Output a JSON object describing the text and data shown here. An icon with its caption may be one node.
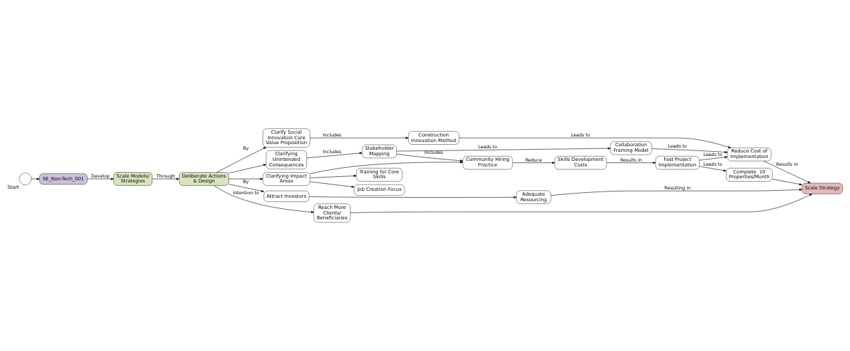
{
  "diagram": {
    "nodes": [
      {
        "text": [
          "Clarify Social Innovation Core Value Proposition"
        ]
      },
      {
        "text": [
          "Clarifying Unintended Consequences"
        ]
      },
      {
        "text": [
          "Clarifying Impact Areas"
        ]
      },
      {
        "text": [
          "Deliberate Actions & Design"
        ]
      },
      {
        "text": [
          "Scale Models/ Strategies"
        ]
      },
      {
        "text": [
          "SE_Non-Tech_001"
        ]
      },
      {
        "text": [],
        "shape": "circle",
        "beside": [
          "Start"
        ]
      },
      {
        "text": [
          "Training for Core Skills"
        ]
      },
      {
        "text": [
          "Attract Investors"
        ]
      },
      {
        "text": [
          "Adequate Resourcing"
        ]
      },
      {
        "text": [
          "Stakeholder Mapping"
        ]
      },
      {
        "text": [
          "Job Creation Focus"
        ]
      },
      {
        "text": [
          "Reach More Clients/ Beneficiaries"
        ]
      },
      {
        "text": [
          "Community Hiring Practice"
        ]
      },
      {
        "text": [
          "Skills Development Costs"
        ]
      },
      {
        "text": [
          "Construction Innovation Method"
        ]
      },
      {
        "text": [
          "Collaboration Framing Model"
        ]
      },
      {
        "text": [
          "Fast Project Implementation"
        ]
      },
      {
        "text": [
          "Complete  10 Properties/Month"
        ]
      },
      {
        "text": [
          "Reduce Cost of Implementation"
        ]
      },
      {
        "text": [
          "Scale Strategy"
        ]
      }
    ],
    "edges": [
      {
        "from": 6,
        "to": 5,
        "arrow": "to"
      },
      {
        "from": 5,
        "to": 4,
        "arrow": "to",
        "label": "Develop"
      },
      {
        "from": 4,
        "to": 3,
        "arrow": "to",
        "label": "Through"
      },
      {
        "from": 3,
        "to": 0,
        "arrow": "to",
        "label": "By"
      },
      {
        "from": 3,
        "to": 1,
        "arrow": "to"
      },
      {
        "from": 3,
        "to": 2,
        "arrow": "to"
      },
      {
        "from": 3,
        "to": 8,
        "arrow": "to",
        "label": "By"
      },
      {
        "from": 3,
        "to": 12,
        "arrow": "to",
        "label": "Intention to"
      },
      {
        "from": 8,
        "to": 9,
        "arrow": "to"
      },
      {
        "from": 2,
        "to": 7,
        "arrow": "to"
      },
      {
        "from": 2,
        "to": 11,
        "arrow": "to"
      },
      {
        "from": 2,
        "to": 13,
        "arrow": "to"
      },
      {
        "from": 0,
        "to": 15,
        "arrow": "to",
        "label": "Includes"
      },
      {
        "from": 1,
        "to": 10,
        "arrow": "to",
        "label": "Includes"
      },
      {
        "from": 10,
        "to": 16,
        "arrow": "to",
        "label": "Leads to"
      },
      {
        "from": 10,
        "to": 13,
        "arrow": "to",
        "label": "Includes"
      },
      {
        "from": 13,
        "to": 14,
        "arrow": "to",
        "label": "Reduce"
      },
      {
        "from": 14,
        "to": 17,
        "arrow": "to",
        "label": "Results in"
      },
      {
        "from": 17,
        "to": 18,
        "arrow": "to",
        "label": "Leads to"
      },
      {
        "from": 17,
        "to": 19,
        "arrow": "to",
        "label": "Leads to"
      },
      {
        "from": 16,
        "to": 19,
        "arrow": "to",
        "label": "Leads to"
      },
      {
        "from": 15,
        "to": 19,
        "arrow": "to",
        "label": "Leads to"
      },
      {
        "from": 19,
        "to": 20,
        "arrow": "to",
        "label": "Results in"
      },
      {
        "from": 9,
        "to": 20,
        "arrow": "to",
        "label": "Resulting in"
      },
      {
        "from": 12,
        "to": 20,
        "arrow": "to"
      },
      {
        "from": 18,
        "to": 20,
        "arrow": "to"
      }
    ]
  }
}
